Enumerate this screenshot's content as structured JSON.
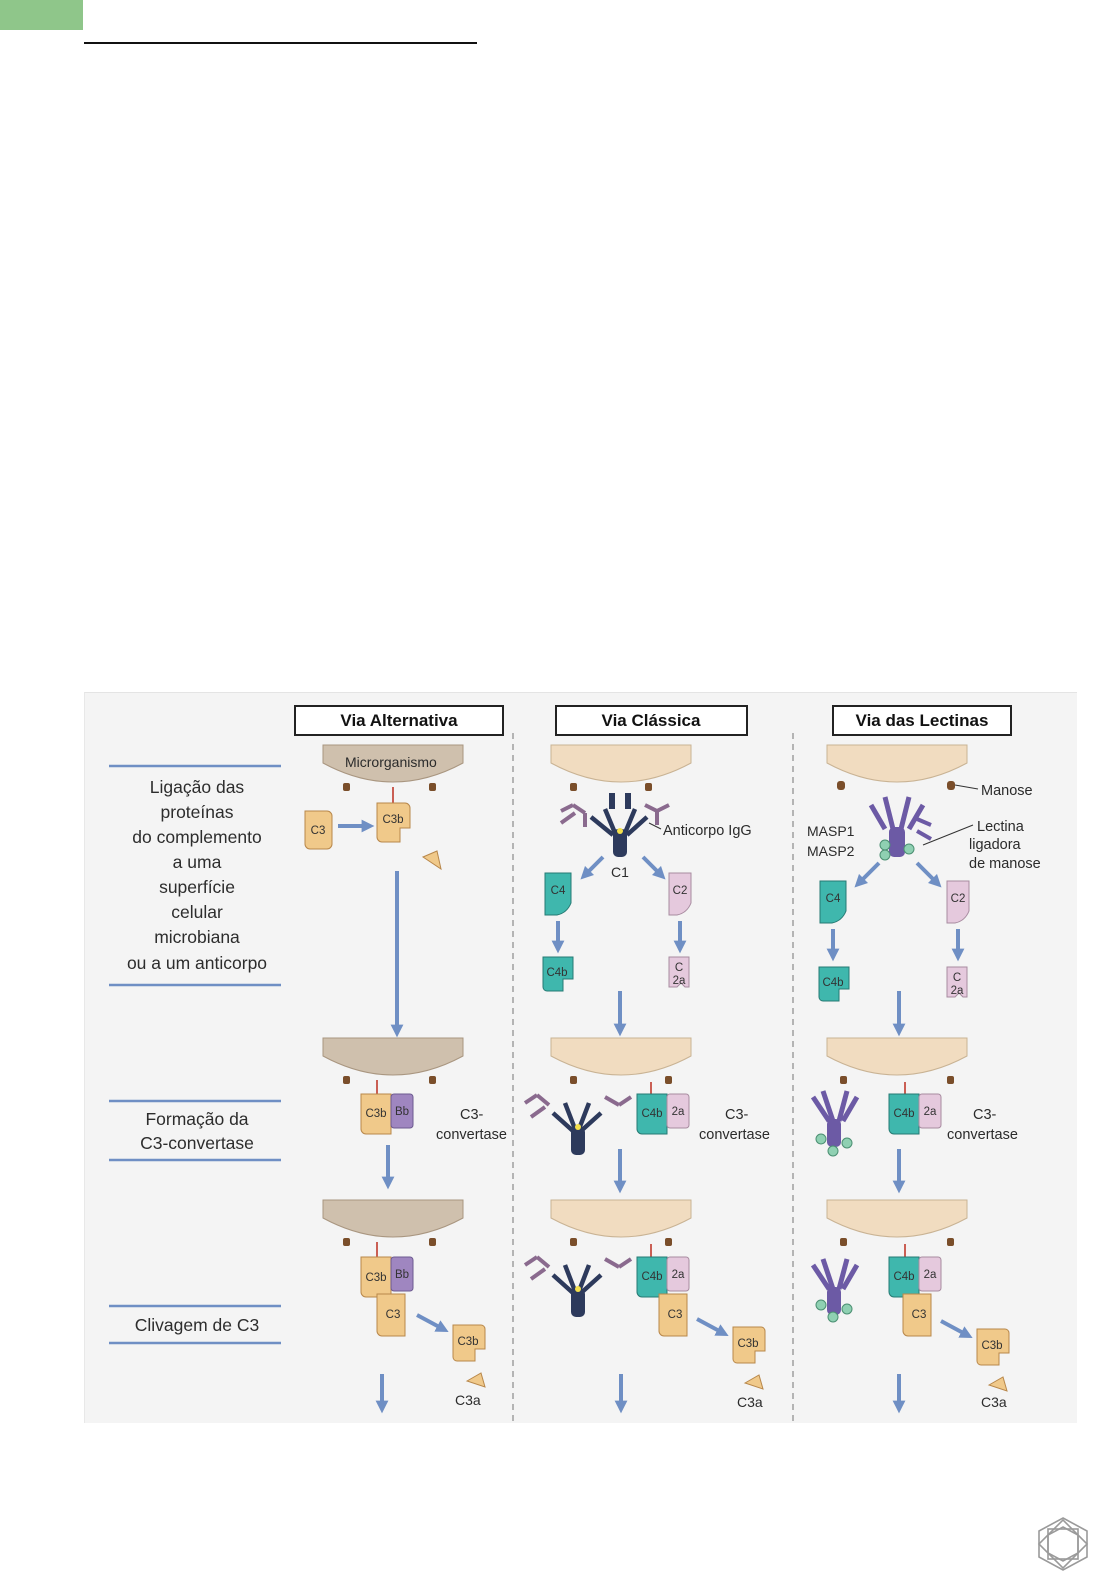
{
  "figure": {
    "columns": [
      {
        "key": "alternativa",
        "header": "Via Alternativa"
      },
      {
        "key": "classica",
        "header": "Via Clássica"
      },
      {
        "key": "lectinas",
        "header": "Via das Lectinas"
      }
    ],
    "row_labels": {
      "ligacao": [
        "Ligação das",
        "proteínas",
        "do complemento",
        "a uma",
        "superfície",
        "celular",
        "microbiana",
        "ou a um anticorpo"
      ],
      "formacao": [
        "Formação da",
        "C3-convertase"
      ],
      "clivagem": [
        "Clivagem de C3"
      ]
    },
    "labels": {
      "microrganismo": "Microrganismo",
      "manose": "Manose",
      "anticorpo_igg": "Anticorpo IgG",
      "c1": "C1",
      "masp1": "MASP1",
      "masp2": "MASP2",
      "lectina": [
        "Lectina",
        "ligadora",
        "de manose"
      ],
      "c3_convertase": [
        "C3-",
        "convertase"
      ]
    },
    "molecules": {
      "c3": "C3",
      "c3b": "C3b",
      "c3a": "C3a",
      "bb": "Bb",
      "c4": "C4",
      "c4b": "C4b",
      "c2": "C2",
      "c2a": [
        "C",
        "2a"
      ],
      "a2": "2a"
    },
    "colors": {
      "surface": "#cfc0ad",
      "c3": "#f0c98a",
      "c4": "#3fb7ad",
      "c2": "#e5c9dd",
      "bb": "#9f86c0",
      "arrow": "#6f8fc4",
      "antibody": "#2d3a5c",
      "lectin": "#6c5aa5",
      "igg_arm": "#8a6a8e"
    }
  }
}
